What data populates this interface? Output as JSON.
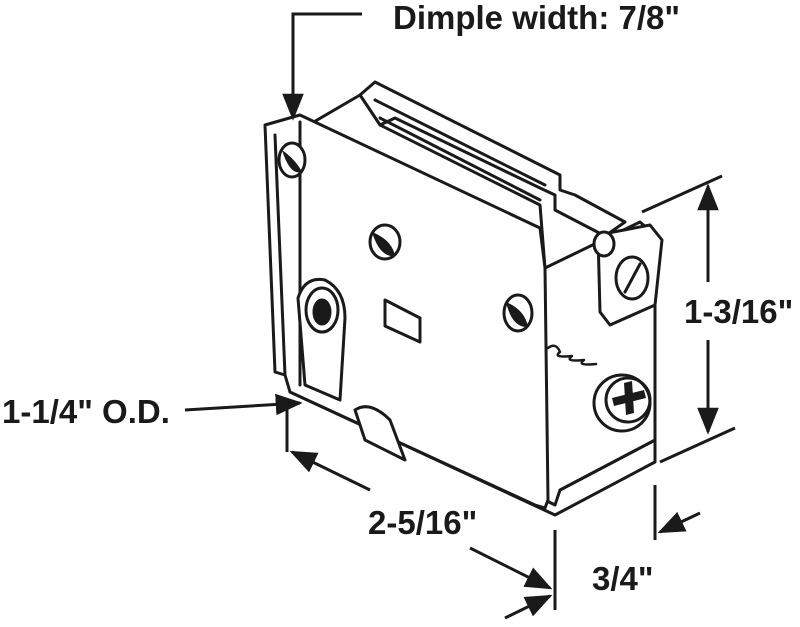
{
  "colors": {
    "ink": "#1a1a1a",
    "background": "#ffffff"
  },
  "dimensions": {
    "dimple_width": "Dimple width: 7/8\"",
    "height": "1-3/16\"",
    "outer_diameter": "1-1/4\" O.D.",
    "length": "2-5/16\"",
    "depth": "3/4\""
  }
}
